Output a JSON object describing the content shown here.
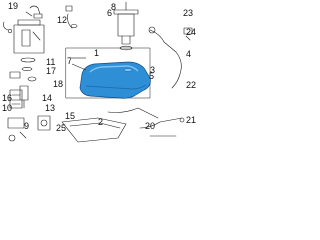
{
  "diagram": {
    "callouts": {
      "n1": "1",
      "n2": "2",
      "n3": "3",
      "n4": "4",
      "n5": "5",
      "n6": "6",
      "n7": "7",
      "n8": "8",
      "n9": "9",
      "n10": "10",
      "n11": "11",
      "n12": "12",
      "n13": "13",
      "n14": "14",
      "n15": "15",
      "n16": "16",
      "n17": "17",
      "n18": "18",
      "n19": "19",
      "n20": "20",
      "n21": "21",
      "n22": "22",
      "n23": "23",
      "n24": "24",
      "n25": "25"
    },
    "colors": {
      "line": "#1a1a1a",
      "tank_fill": "#2f8fd6",
      "tank_highlight": "#7cc3f2",
      "tank_shade": "#1f6fb3"
    }
  }
}
